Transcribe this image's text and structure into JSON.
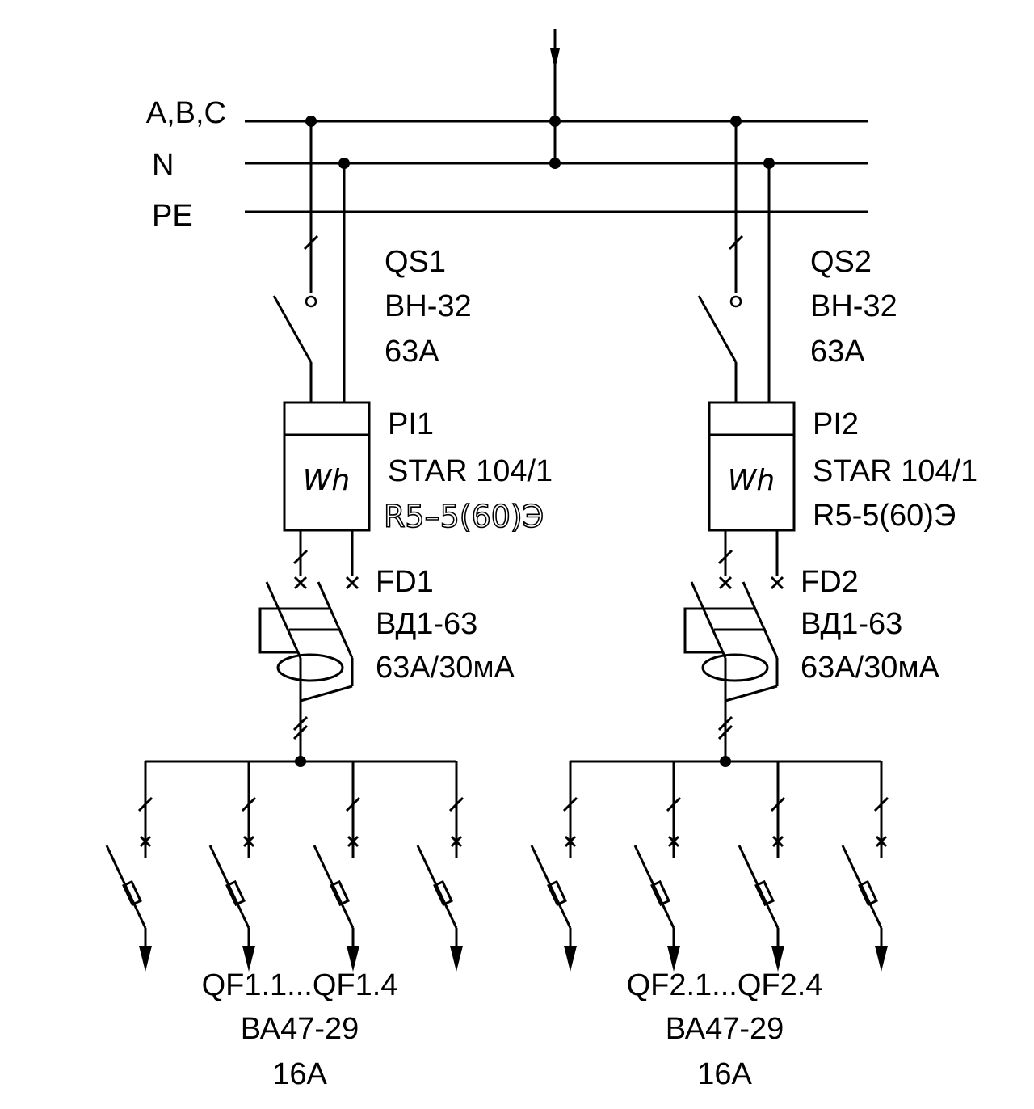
{
  "buses": {
    "phase_label": "A,B,C",
    "neutral_label": "N",
    "pe_label": "PE"
  },
  "branch1": {
    "switch": {
      "id": "QS1",
      "model": "ВН-32",
      "rating": "63А"
    },
    "meter": {
      "id": "PI1",
      "model": "STAR 104/1",
      "spec": "R5–5(60)Э",
      "symbol": "Wh"
    },
    "rcd": {
      "id": "FD1",
      "model": "ВД1-63",
      "rating": "63А/30мА"
    },
    "breakers": {
      "ids": "QF1.1...QF1.4",
      "model": "ВА47-29",
      "rating": "16А"
    }
  },
  "branch2": {
    "switch": {
      "id": "QS2",
      "model": "ВН-32",
      "rating": "63А"
    },
    "meter": {
      "id": "PI2",
      "model": "STAR 104/1",
      "spec": "R5-5(60)Э",
      "symbol": "Wh"
    },
    "rcd": {
      "id": "FD2",
      "model": "ВД1-63",
      "rating": "63А/30мА"
    },
    "breakers": {
      "ids": "QF2.1...QF2.4",
      "model": "ВА47-29",
      "rating": "16А"
    }
  }
}
